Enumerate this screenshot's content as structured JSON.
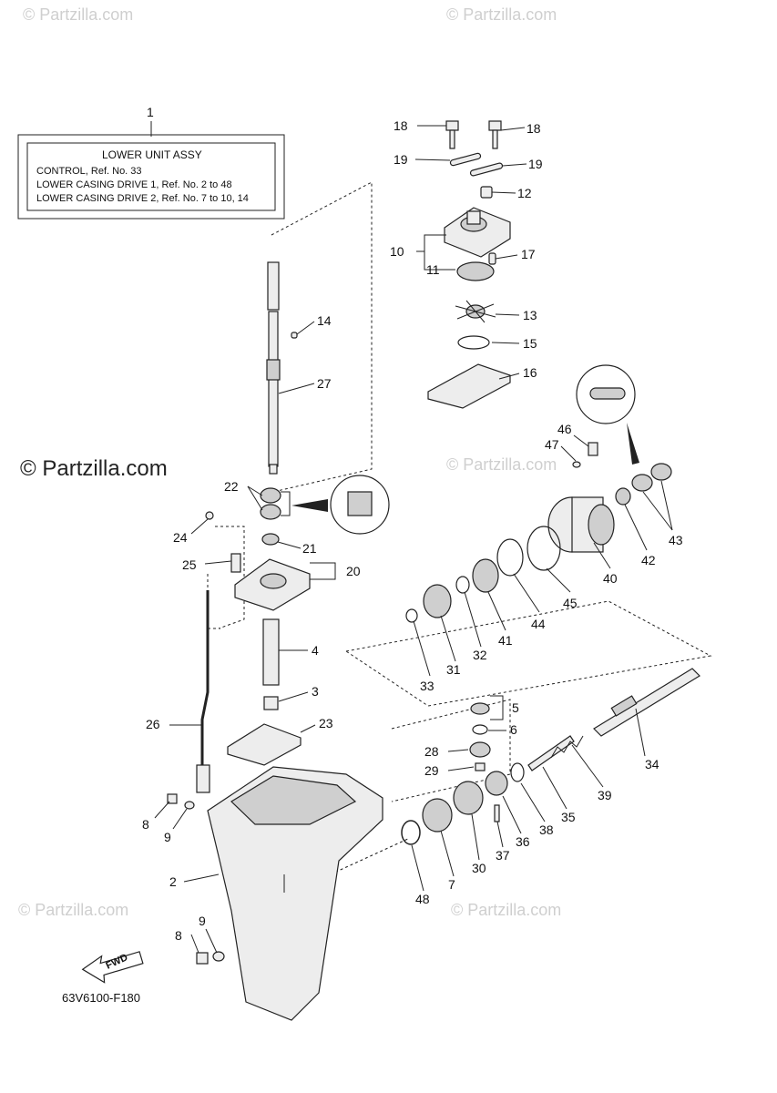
{
  "watermarks": {
    "top_left": "© Partzilla.com",
    "top_right": "© Partzilla.com",
    "middle_left": "© Partzilla.com",
    "middle_right": "© Partzilla.com",
    "bottom_left": "© Partzilla.com",
    "bottom_right": "© Partzilla.com"
  },
  "info_box": {
    "ref": "1",
    "title": "LOWER UNIT ASSY",
    "lines": [
      "CONTROL,  Ref. No. 33",
      "LOWER CASING DRIVE 1,  Ref. No. 2  to  48",
      "LOWER CASING DRIVE 2,  Ref. No. 7  to  10, 14"
    ]
  },
  "fwd_label": "FWD",
  "diagram_code": "63V6100-F180",
  "callouts": {
    "c18a": "18",
    "c18b": "18",
    "c19a": "19",
    "c19b": "19",
    "c12": "12",
    "c10": "10",
    "c11": "11",
    "c17": "17",
    "c13": "13",
    "c14": "14",
    "c15": "15",
    "c16": "16",
    "c27": "27",
    "c46": "46",
    "c47": "47",
    "c22": "22",
    "c24": "24",
    "c21": "21",
    "c20": "20",
    "c25": "25",
    "c43": "43",
    "c42": "42",
    "c40": "40",
    "c45": "45",
    "c44": "44",
    "c41": "41",
    "c32": "32",
    "c31": "31",
    "c33": "33",
    "c4": "4",
    "c3": "3",
    "c26": "26",
    "c23": "23",
    "c5": "5",
    "c6": "6",
    "c34": "34",
    "c28": "28",
    "c29": "29",
    "c39": "39",
    "c35": "35",
    "c38": "38",
    "c36": "36",
    "c37": "37",
    "c30": "30",
    "c7": "7",
    "c48": "48",
    "c8a": "8",
    "c9a": "9",
    "c2": "2",
    "c8b": "8",
    "c9b": "9"
  }
}
